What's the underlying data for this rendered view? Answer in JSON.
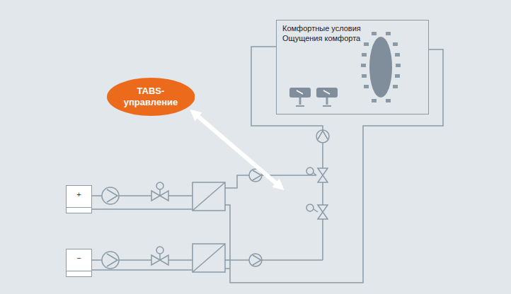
{
  "diagram": {
    "nodes": [
      {
        "text": [
          "TABS- управление"
        ]
      },
      {
        "text": [
          "Комфортные условия",
          "Ощущения комфорта"
        ]
      },
      {
        "text": [
          "+"
        ]
      },
      {
        "text": [
          "−"
        ]
      }
    ]
  }
}
